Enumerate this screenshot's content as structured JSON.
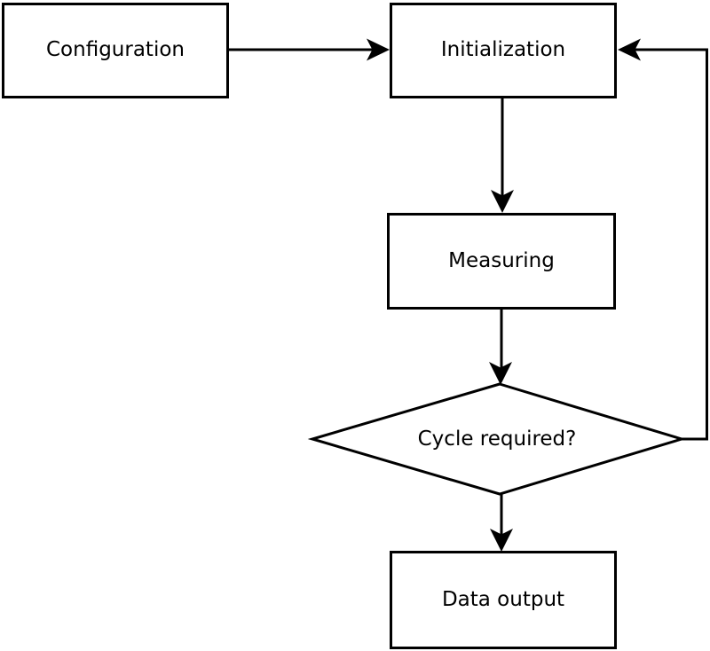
{
  "page": {
    "background_color": "#ffffff"
  },
  "diagram": {
    "type": "flowchart",
    "stroke_color": "#000000",
    "node_fill_color": "#ffffff",
    "text_color": "#000000",
    "nodes": [
      {
        "id": "configuration",
        "shape": "rectangle",
        "label": "Configuration"
      },
      {
        "id": "initialization",
        "shape": "rectangle",
        "label": "Initialization"
      },
      {
        "id": "measuring",
        "shape": "rectangle",
        "label": "Measuring"
      },
      {
        "id": "cycle-required",
        "shape": "diamond",
        "label": "Cycle required?"
      },
      {
        "id": "data-output",
        "shape": "rectangle",
        "label": "Data output"
      }
    ],
    "edges": [
      {
        "from": "configuration",
        "to": "initialization",
        "style": "arrow"
      },
      {
        "from": "initialization",
        "to": "measuring",
        "style": "arrow"
      },
      {
        "from": "measuring",
        "to": "cycle-required",
        "style": "arrow"
      },
      {
        "from": "cycle-required",
        "to": "data-output",
        "style": "arrow"
      },
      {
        "from": "cycle-required",
        "to": "initialization",
        "style": "arrow",
        "route": "right-side feedback loop"
      }
    ]
  }
}
